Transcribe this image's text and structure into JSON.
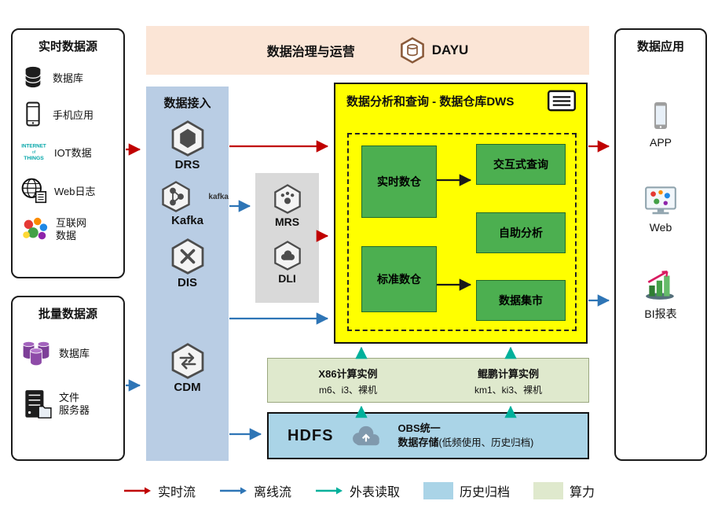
{
  "colors": {
    "realtime_flow": "#c00000",
    "offline_flow": "#2e75b6",
    "external_read": "#00b09b",
    "history_archive": "#aad4e7",
    "compute_power": "#dfe9cd",
    "dws_yellow": "#ffff00",
    "service_green": "#4caf50",
    "access_blue": "#b9cde4",
    "governance_peach": "#fbe5d6",
    "middleware_gray": "#d9d9d9"
  },
  "realtime_sources": {
    "title": "实时数据源",
    "items": [
      {
        "label": "数据库",
        "icon": "database-icon"
      },
      {
        "label": "手机应用",
        "icon": "mobile-icon"
      },
      {
        "label": "IOT数据",
        "icon": "iot-icon"
      },
      {
        "label": "Web日志",
        "icon": "web-log-icon"
      },
      {
        "label": "互联网\n数据",
        "icon": "internet-data-icon"
      }
    ]
  },
  "batch_sources": {
    "title": "批量数据源",
    "items": [
      {
        "label": "数据库",
        "icon": "batch-database-icon"
      },
      {
        "label": "文件\n服务器",
        "icon": "file-server-icon"
      }
    ]
  },
  "governance": {
    "title": "数据治理与运营",
    "logo_text": "DAYU"
  },
  "data_access": {
    "title": "数据接入",
    "services": [
      {
        "label": "DRS"
      },
      {
        "label": "Kafka",
        "badge": "kafka"
      },
      {
        "label": "DIS"
      },
      {
        "label": "CDM"
      }
    ]
  },
  "middleware": {
    "services": [
      {
        "label": "MRS"
      },
      {
        "label": "DLI"
      }
    ]
  },
  "dws": {
    "title": "数据分析和查询 - 数据仓库DWS",
    "warehouses": [
      {
        "label": "实时数仓"
      },
      {
        "label": "标准数仓"
      }
    ],
    "services": [
      {
        "label": "交互式查询"
      },
      {
        "label": "自助分析"
      },
      {
        "label": "数据集市"
      }
    ]
  },
  "compute": {
    "x86_title": "X86计算实例",
    "x86_spec": "m6、i3、裸机",
    "kunpeng_title": "鲲鹏计算实例",
    "kunpeng_spec": "km1、ki3、裸机"
  },
  "storage": {
    "hdfs_label": "HDFS",
    "obs_line1": "OBS统一",
    "obs_line2": "数据存储",
    "obs_note": "(低频使用、历史归档)"
  },
  "applications": {
    "title": "数据应用",
    "items": [
      {
        "label": "APP"
      },
      {
        "label": "Web"
      },
      {
        "label": "BI报表"
      }
    ]
  },
  "legend": {
    "realtime": "实时流",
    "offline": "离线流",
    "external": "外表读取",
    "archive": "历史归档",
    "compute": "算力"
  }
}
